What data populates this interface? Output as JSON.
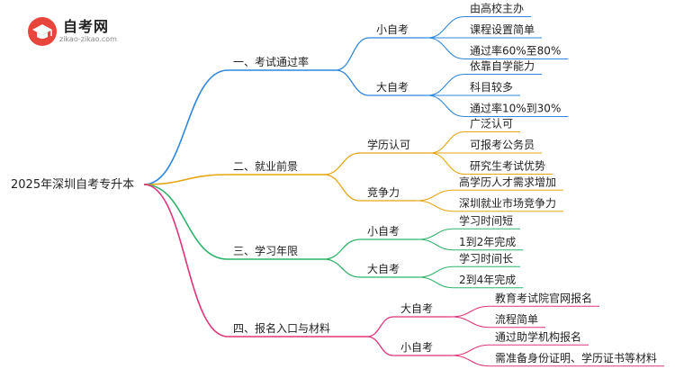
{
  "logo": {
    "title": "自考网",
    "url": "zikao-zikao.com"
  },
  "mindmap": {
    "root": "2025年深圳自考专升本",
    "branches": [
      {
        "label": "一、考试通过率",
        "color": "#2e86de",
        "groups": [
          {
            "label": "小自考",
            "leaves": [
              "由高校主办",
              "课程设置简单",
              "通过率60%至80%"
            ]
          },
          {
            "label": "大自考",
            "leaves": [
              "依靠自学能力",
              "科目较多",
              "通过率10%到30%"
            ]
          }
        ]
      },
      {
        "label": "二、就业前景",
        "color": "#e6a514",
        "groups": [
          {
            "label": "学历认可",
            "leaves": [
              "广泛认可",
              "可报考公务员",
              "研究生考试优势"
            ]
          },
          {
            "label": "竞争力",
            "leaves": [
              "高学历人才需求增加",
              "深圳就业市场竞争力"
            ]
          }
        ]
      },
      {
        "label": "三、学习年限",
        "color": "#2fb36b",
        "groups": [
          {
            "label": "小自考",
            "leaves": [
              "学习时间短",
              "1到2年完成"
            ]
          },
          {
            "label": "大自考",
            "leaves": [
              "学习时间长",
              "2到4年完成"
            ]
          }
        ]
      },
      {
        "label": "四、报名入口与材料",
        "color": "#e0337a",
        "groups": [
          {
            "label": "大自考",
            "leaves": [
              "教育考试院官网报名",
              "流程简单"
            ]
          },
          {
            "label": "小自考",
            "leaves": [
              "通过助学机构报名",
              "需准备身份证明、学历证书等材料"
            ]
          }
        ]
      }
    ]
  }
}
